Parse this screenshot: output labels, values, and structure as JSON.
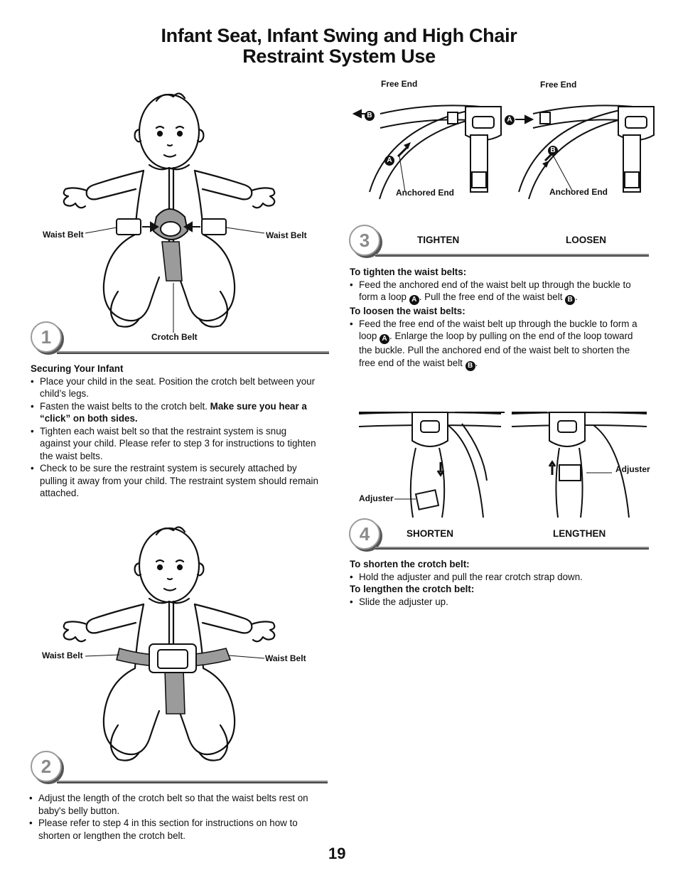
{
  "title": {
    "line1": "Infant Seat, Infant Swing and High Chair",
    "line2": "Restraint System Use"
  },
  "step1": {
    "number": "1",
    "labels": {
      "waist_left": "Waist Belt",
      "waist_right": "Waist Belt",
      "crotch": "Crotch Belt"
    },
    "heading": "Securing Your Infant",
    "bullets": [
      {
        "text": "Place your child in the seat. Position the crotch belt between your child’s legs."
      },
      {
        "text": "Fasten the waist belts to the crotch belt. ",
        "bold": "Make sure you hear a “click” on both sides."
      },
      {
        "text": "Tighten each waist belt so that the restraint system is snug against your child. Please refer to step 3 for instructions to tighten the waist belts."
      },
      {
        "text": "Check to be sure the restraint system is securely attached by pulling it away from your child. The restraint system should remain attached."
      }
    ]
  },
  "step2": {
    "number": "2",
    "labels": {
      "waist_left": "Waist Belt",
      "waist_right": "Waist Belt"
    },
    "bullets": [
      "Adjust the length of the crotch belt so that the waist belts rest on baby's belly button.",
      "Please refer to step 4 in this section for instructions on how to shorten or lengthen the crotch belt."
    ]
  },
  "step3": {
    "number": "3",
    "labels": {
      "free_end_left": "Free End",
      "free_end_right": "Free End",
      "anchored_left": "Anchored End",
      "anchored_right": "Anchored End",
      "badge_a": "A",
      "badge_b": "B"
    },
    "tighten": "TIGHTEN",
    "loosen": "LOOSEN",
    "tighten_head": "To tighten the waist belts:",
    "tighten_text1": "Feed the anchored end of the waist belt up through the buckle to form a loop ",
    "tighten_text2": ". Pull the free end of the waist belt ",
    "tighten_text3": ".",
    "loosen_head": "To loosen the waist belts:",
    "loosen_text1": "Feed the free end of the waist belt up through the buckle to form a loop ",
    "loosen_text2": ". Enlarge the loop by pulling on the end of the loop toward the buckle. Pull the anchored end of the waist belt to shorten the free end of the waist belt ",
    "loosen_text3": "."
  },
  "step4": {
    "number": "4",
    "labels": {
      "adjuster_left": "Adjuster",
      "adjuster_right": "Adjuster"
    },
    "shorten": "SHORTEN",
    "lengthen": "LENGTHEN",
    "shorten_head": "To shorten the crotch belt:",
    "shorten_bullet": "Hold the adjuster and pull the rear crotch strap down.",
    "lengthen_head": "To lengthen the crotch belt:",
    "lengthen_bullet": "Slide the adjuster up."
  },
  "page_number": "19"
}
